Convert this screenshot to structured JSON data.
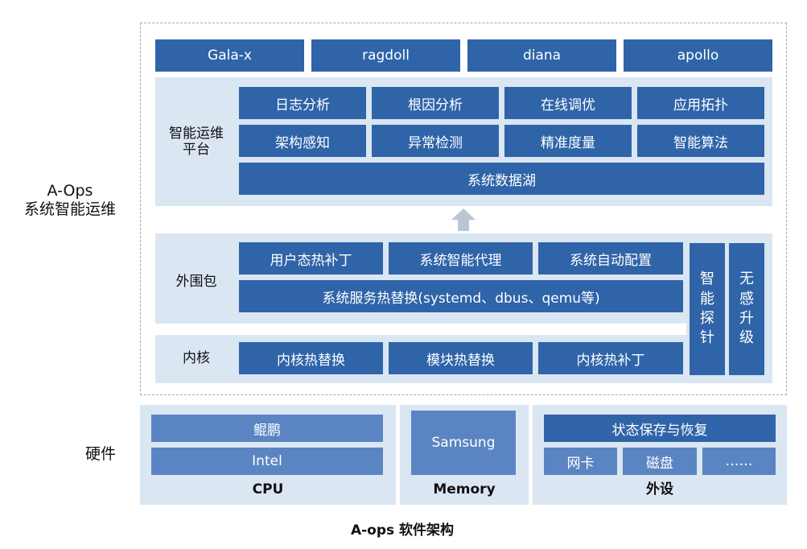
{
  "colors": {
    "dark_block": "#2f64a8",
    "mid_block": "#5b85c2",
    "light_panel": "#dbe6f3",
    "dashed_border": "#8fb0d6",
    "arrow": "#b9c6d6"
  },
  "aops_label": {
    "line1": "A-Ops",
    "line2": "系统智能运维"
  },
  "top_bar": [
    "Gala-x",
    "ragdoll",
    "diana",
    "apollo"
  ],
  "platform": {
    "label_line1": "智能运维",
    "label_line2": "平台",
    "row1": [
      "日志分析",
      "根因分析",
      "在线调优",
      "应用拓扑"
    ],
    "row2": [
      "架构感知",
      "异常检测",
      "精准度量",
      "智能算法"
    ],
    "data_lake": "系统数据湖"
  },
  "peripheral": {
    "label": "外围包",
    "row1": [
      "用户态热补丁",
      "系统智能代理",
      "系统自动配置"
    ],
    "hot_replace": "系统服务热替换(systemd、dbus、qemu等)"
  },
  "kernel": {
    "label": "内核",
    "items": [
      "内核热替换",
      "模块热替换",
      "内核热补丁"
    ]
  },
  "side": {
    "probe": "智能探针",
    "upgrade": "无感升级"
  },
  "hardware": {
    "label": "硬件",
    "cpu": {
      "items": [
        "鲲鹏",
        "Intel"
      ],
      "caption": "CPU"
    },
    "memory": {
      "items": [
        "Samsung"
      ],
      "caption": "Memory"
    },
    "peripherals": {
      "top": "状态保存与恢复",
      "items": [
        "网卡",
        "磁盘",
        "……"
      ],
      "caption": "外设"
    }
  },
  "caption": "A-ops 软件架构"
}
